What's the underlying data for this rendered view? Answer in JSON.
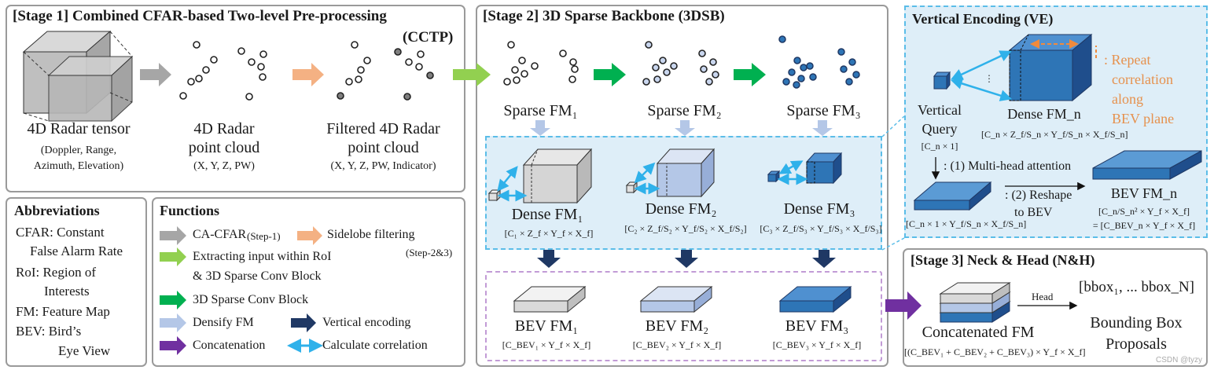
{
  "stage1": {
    "title": "[Stage 1] Combined CFAR-based Two-level Pre-processing",
    "title_cont": "(CCTP)",
    "tensor_label": "4D Radar tensor",
    "tensor_sub1": "(Doppler, Range,",
    "tensor_sub2": "Azimuth, Elevation)",
    "pc_label1": "4D Radar",
    "pc_label2": "point cloud",
    "pc_sub": "(X, Y, Z, PW)",
    "fpc_label1": "Filtered 4D Radar",
    "fpc_label2": "point cloud",
    "fpc_sub": "(X, Y, Z, PW, Indicator)"
  },
  "stage2": {
    "title": "[Stage 2] 3D Sparse Backbone (3DSB)",
    "sparse": [
      "Sparse FM₁",
      "Sparse FM₂",
      "Sparse FM₃"
    ],
    "dense": [
      "Dense FM₁",
      "Dense FM₂",
      "Dense FM₃"
    ],
    "dense_dims": [
      "[C₁ × Z_f × Y_f × X_f]",
      "[C₂ × Z_f/S₂ × Y_f/S₂ × X_f/S₂]",
      "[C₃ × Z_f/S₃ × Y_f/S₃ × X_f/S₃]"
    ],
    "bev": [
      "BEV FM₁",
      "BEV FM₂",
      "BEV FM₃"
    ],
    "bev_dims": [
      "[C_BEV₁ × Y_f × X_f]",
      "[C_BEV₂ × Y_f × X_f]",
      "[C_BEV₃ × Y_f × X_f]"
    ]
  },
  "ve": {
    "title": "Vertical Encoding (VE)",
    "repeat": [
      ": Repeat",
      "correlation",
      "along",
      "BEV plane"
    ],
    "query1": "Vertical",
    "query2": "Query",
    "query_dims": "[C_n × 1]",
    "dense": "Dense FM_n",
    "dense_dims": "[C_n × Z_f/S_n × Y_f/S_n × X_f/S_n]",
    "mha": ": (1) Multi-head attention",
    "reshape1": ": (2) Reshape",
    "reshape2": "to BEV",
    "slab_dims": "[C_n × 1 × Y_f/S_n × X_f/S_n]",
    "bev": "BEV FM_n",
    "bev_dims1": "[C_n/S_n² × Y_f × X_f]",
    "bev_dims2": "= [C_BEV_n × Y_f × X_f]"
  },
  "abbrev": {
    "title": "Abbreviations",
    "items": [
      "CFAR: Constant",
      "False Alarm Rate",
      "RoI: Region of",
      "Interests",
      "FM: Feature Map",
      "BEV: Bird’s",
      "Eye View"
    ]
  },
  "functions": {
    "title": "Functions",
    "cacfar": "CA-CFAR",
    "step1": "(Step-1)",
    "sidelobe": "Sidelobe filtering",
    "step23": "(Step-2&3)",
    "extract1": "Extracting input within RoI",
    "extract2": "& 3D Sparse Conv Block",
    "sparse_conv": "3D Sparse Conv Block",
    "densify": "Densify FM",
    "vertical": "Vertical encoding",
    "concat": "Concatenation",
    "corr": "Calculate correlation"
  },
  "stage3": {
    "title": "[Stage 3] Neck & Head (N&H)",
    "head": "Head",
    "bbox": "[bbox₁, ... bbox_N]",
    "concat_fm": "Concatenated FM",
    "concat_dims": "[(C_BEV₁ + C_BEV₂ + C_BEV₃) × Y_f × X_f]",
    "bb1": "Bounding Box",
    "bb2": "Proposals"
  },
  "watermark": "CSDN @tyzy",
  "colors": {
    "gray_arrow": "#a6a6a6",
    "orange_arrow": "#f4b183",
    "light_green": "#92d050",
    "green": "#00b050",
    "light_blue": "#b4c7e7",
    "navy": "#1f3864",
    "purple": "#7030a0",
    "cyan": "#2fb1ea",
    "blue": "#2e75b6",
    "ve_bg": "#deeef8"
  }
}
